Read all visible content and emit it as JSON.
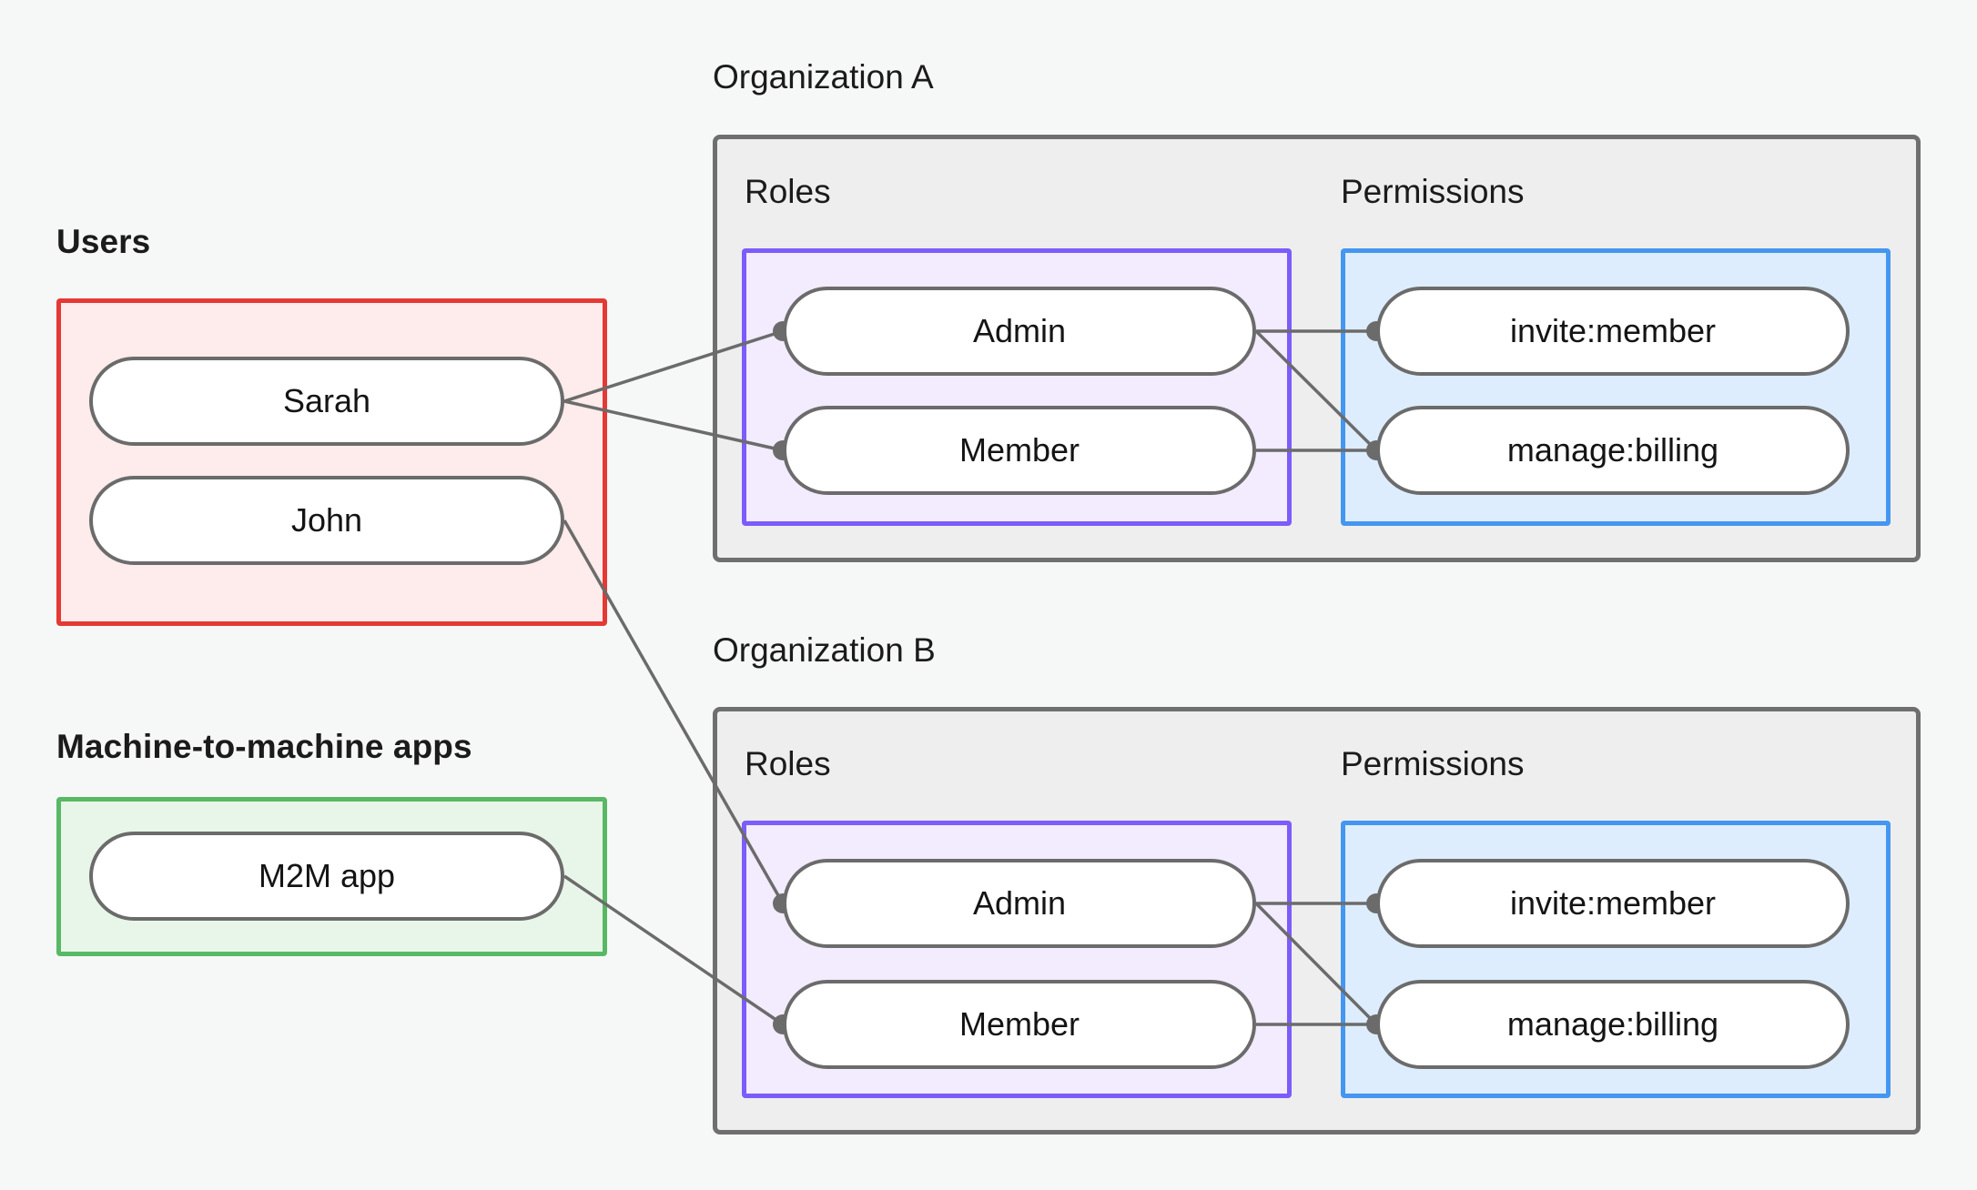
{
  "groups": {
    "users": {
      "label": "Users",
      "items": [
        {
          "label": "Sarah"
        },
        {
          "label": "John"
        }
      ]
    },
    "m2m": {
      "label": "Machine-to-machine apps",
      "items": [
        {
          "label": "M2M app"
        }
      ]
    }
  },
  "organizations": [
    {
      "label": "Organization A",
      "roles_label": "Roles",
      "permissions_label": "Permissions",
      "roles": [
        {
          "label": "Admin"
        },
        {
          "label": "Member"
        }
      ],
      "permissions": [
        {
          "label": "invite:member"
        },
        {
          "label": "manage:billing"
        }
      ]
    },
    {
      "label": "Organization B",
      "roles_label": "Roles",
      "permissions_label": "Permissions",
      "roles": [
        {
          "label": "Admin"
        },
        {
          "label": "Member"
        }
      ],
      "permissions": [
        {
          "label": "invite:member"
        },
        {
          "label": "manage:billing"
        }
      ]
    }
  ],
  "connections": [
    {
      "from": "Sarah",
      "to": "Organization A / Admin"
    },
    {
      "from": "Sarah",
      "to": "Organization A / Member"
    },
    {
      "from": "John",
      "to": "Organization B / Admin"
    },
    {
      "from": "M2M app",
      "to": "Organization B / Member"
    },
    {
      "from": "Organization A / Admin",
      "to": "Organization A / invite:member"
    },
    {
      "from": "Organization A / Admin",
      "to": "Organization A / manage:billing"
    },
    {
      "from": "Organization A / Member",
      "to": "Organization A / manage:billing"
    },
    {
      "from": "Organization B / Admin",
      "to": "Organization B / invite:member"
    },
    {
      "from": "Organization B / Admin",
      "to": "Organization B / manage:billing"
    },
    {
      "from": "Organization B / Member",
      "to": "Organization B / manage:billing"
    }
  ],
  "colors": {
    "background": "#f6f8f7",
    "users_border": "#e53935",
    "users_fill": "#fdeceb",
    "m2m_border": "#59b863",
    "m2m_fill": "#e8f6e9",
    "org_border": "#6f6f6f",
    "org_fill": "#eeeeee",
    "roles_border": "#7c5cfa",
    "roles_fill": "#f3ebfe",
    "permissions_border": "#4596f0",
    "permissions_fill": "#ddedfd",
    "node_border": "#6b6b6b",
    "edge": "#6b6b6b"
  }
}
